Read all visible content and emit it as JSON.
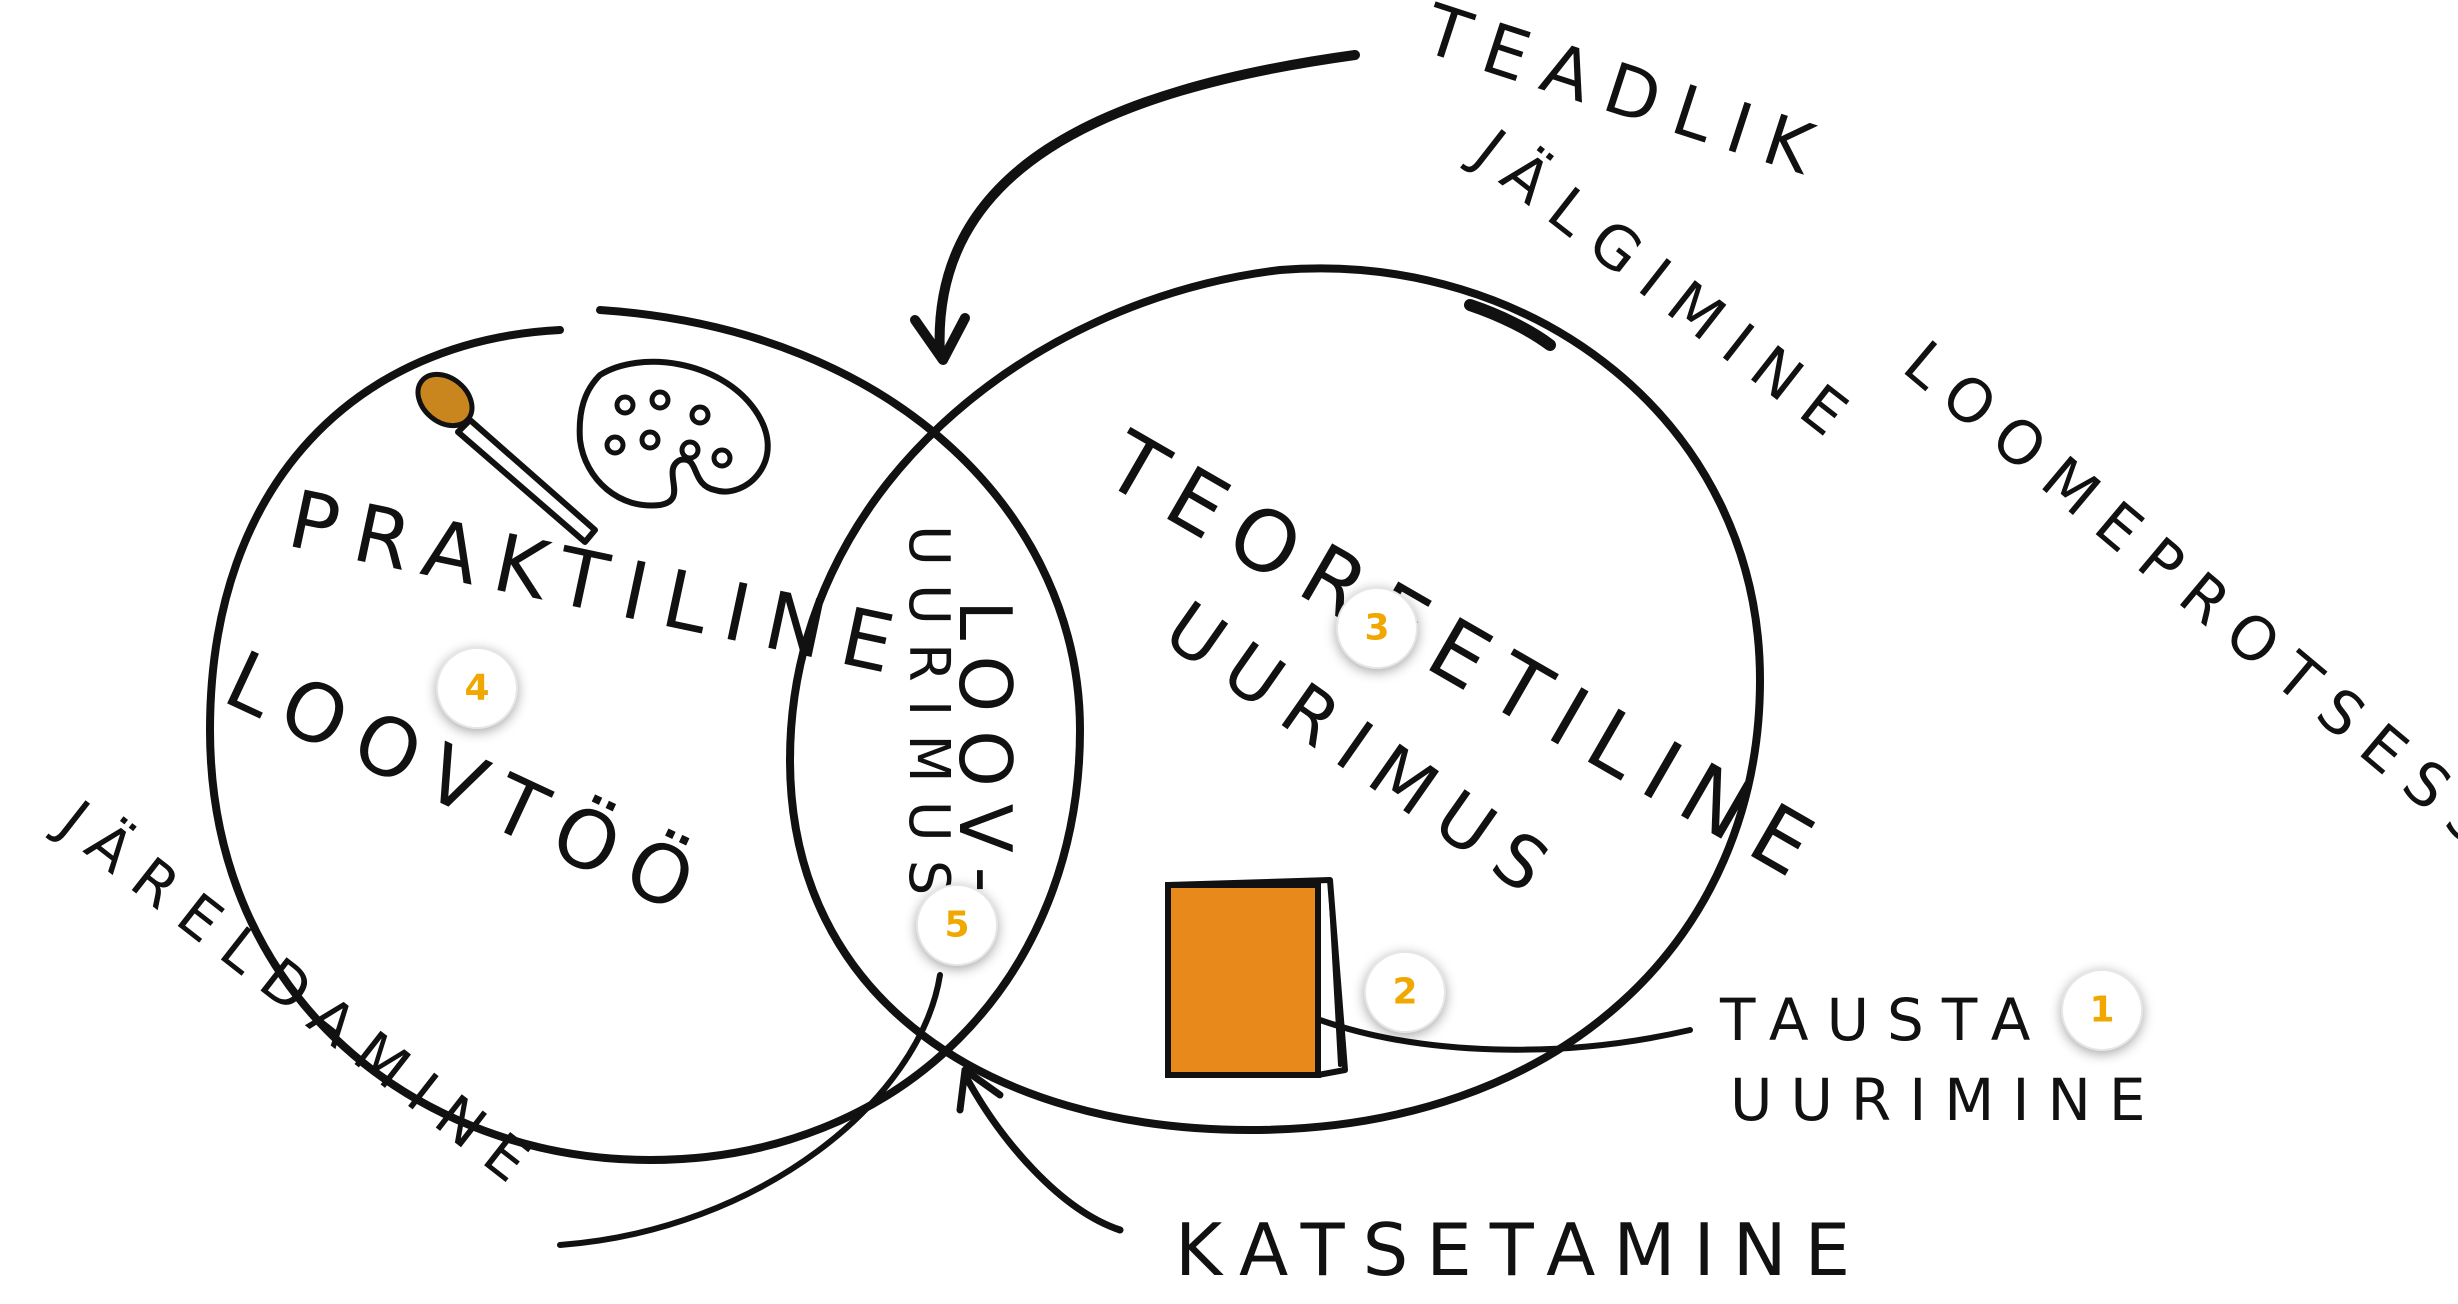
{
  "labels": {
    "teadlik_line1": "TEADLIK",
    "teadlik_line2": "JÄLGIMINE",
    "loomeprotsessi": "LOOMEPROTSESSI",
    "teoreetiline": "TEOREETILINE",
    "teoreetiline_uurimus": "UURIMUS",
    "praktiline": "PRAKTILINE",
    "loovtoo": "LOOVTÖÖ",
    "loov_top": "LOOV-",
    "loov_uurimus": "UURIMUS",
    "jareldamine": "JÄRELDAMINE",
    "katsetamine": "KATSETAMINE",
    "taust_line1": "TAUSTA",
    "taust_line2": "UURIMINE"
  },
  "markers": [
    "1",
    "2",
    "3",
    "4",
    "5"
  ],
  "colors": {
    "ink": "#111111",
    "book": "#e8891c",
    "marker_number": "#f0a800"
  },
  "icons": [
    "paintbrush-icon",
    "palette-icon",
    "book-icon"
  ]
}
